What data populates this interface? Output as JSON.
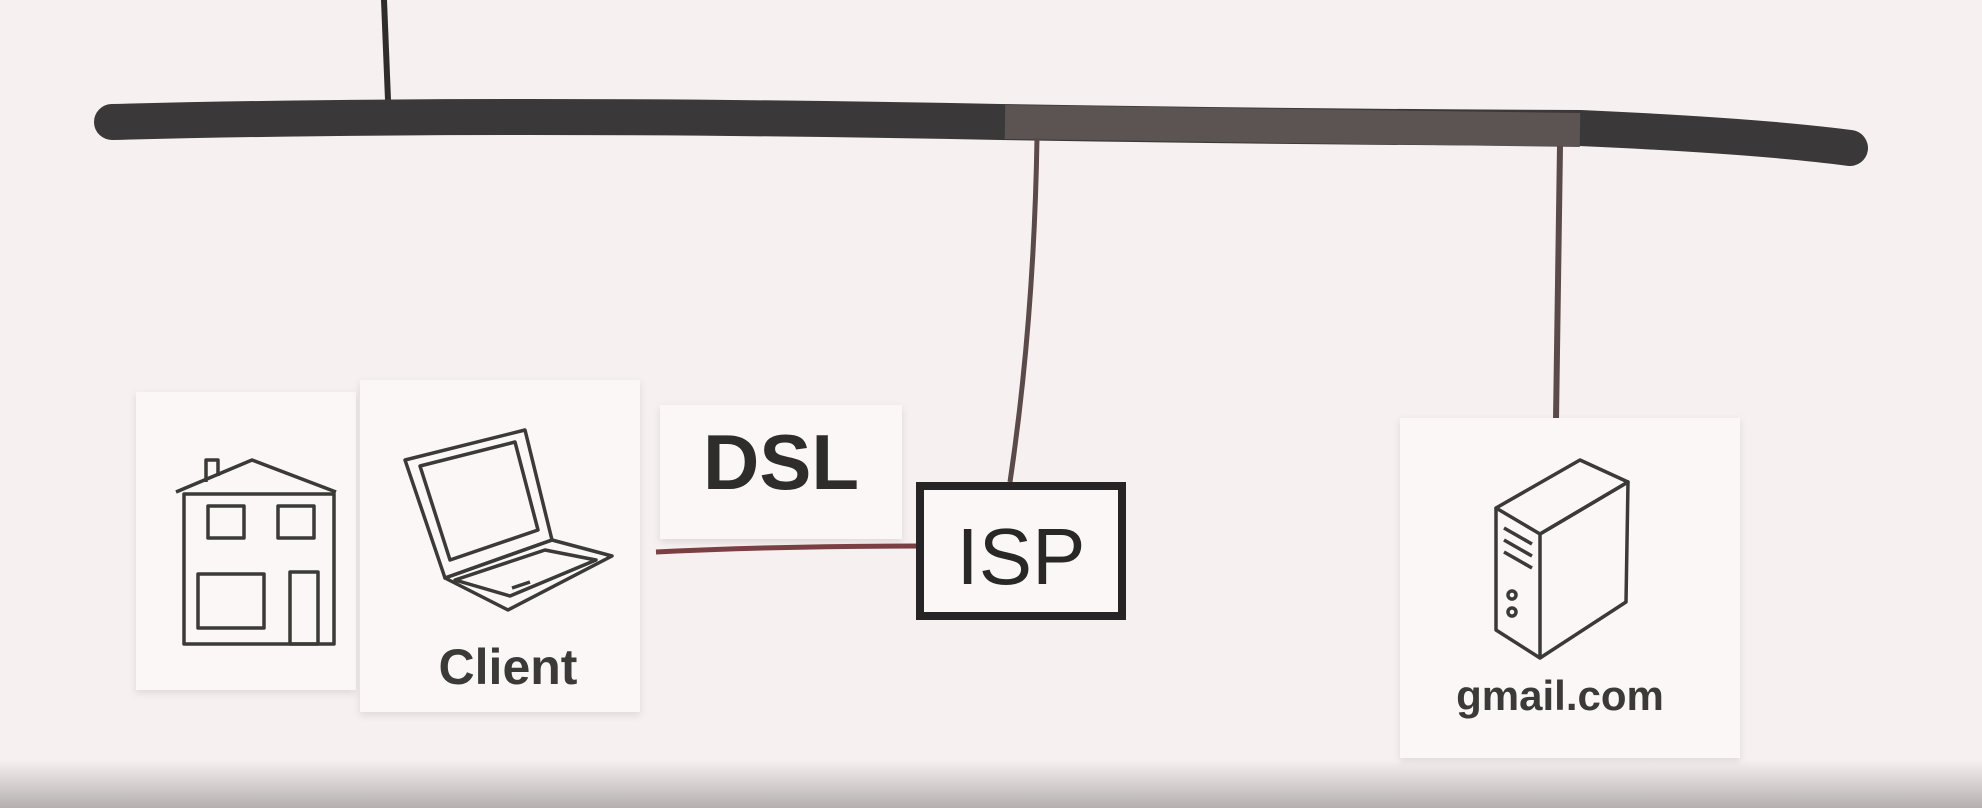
{
  "diagram": {
    "home": {
      "icon": "house-icon"
    },
    "client": {
      "icon": "laptop-icon",
      "label": "Client"
    },
    "dsl": {
      "label": "DSL"
    },
    "isp": {
      "label": "ISP"
    },
    "server": {
      "icon": "server-tower-icon",
      "label": "gmail.com"
    },
    "backbone": {
      "name": "internet-backbone"
    }
  },
  "colors": {
    "background": "#f6f0f0",
    "card": "#fbf7f7",
    "ink": "#2f2c2c",
    "backbone_dark": "#3a3838",
    "backbone_mid": "#5b5453",
    "wire": "#5a4a4a",
    "dsl_wire": "#7a3f42"
  }
}
